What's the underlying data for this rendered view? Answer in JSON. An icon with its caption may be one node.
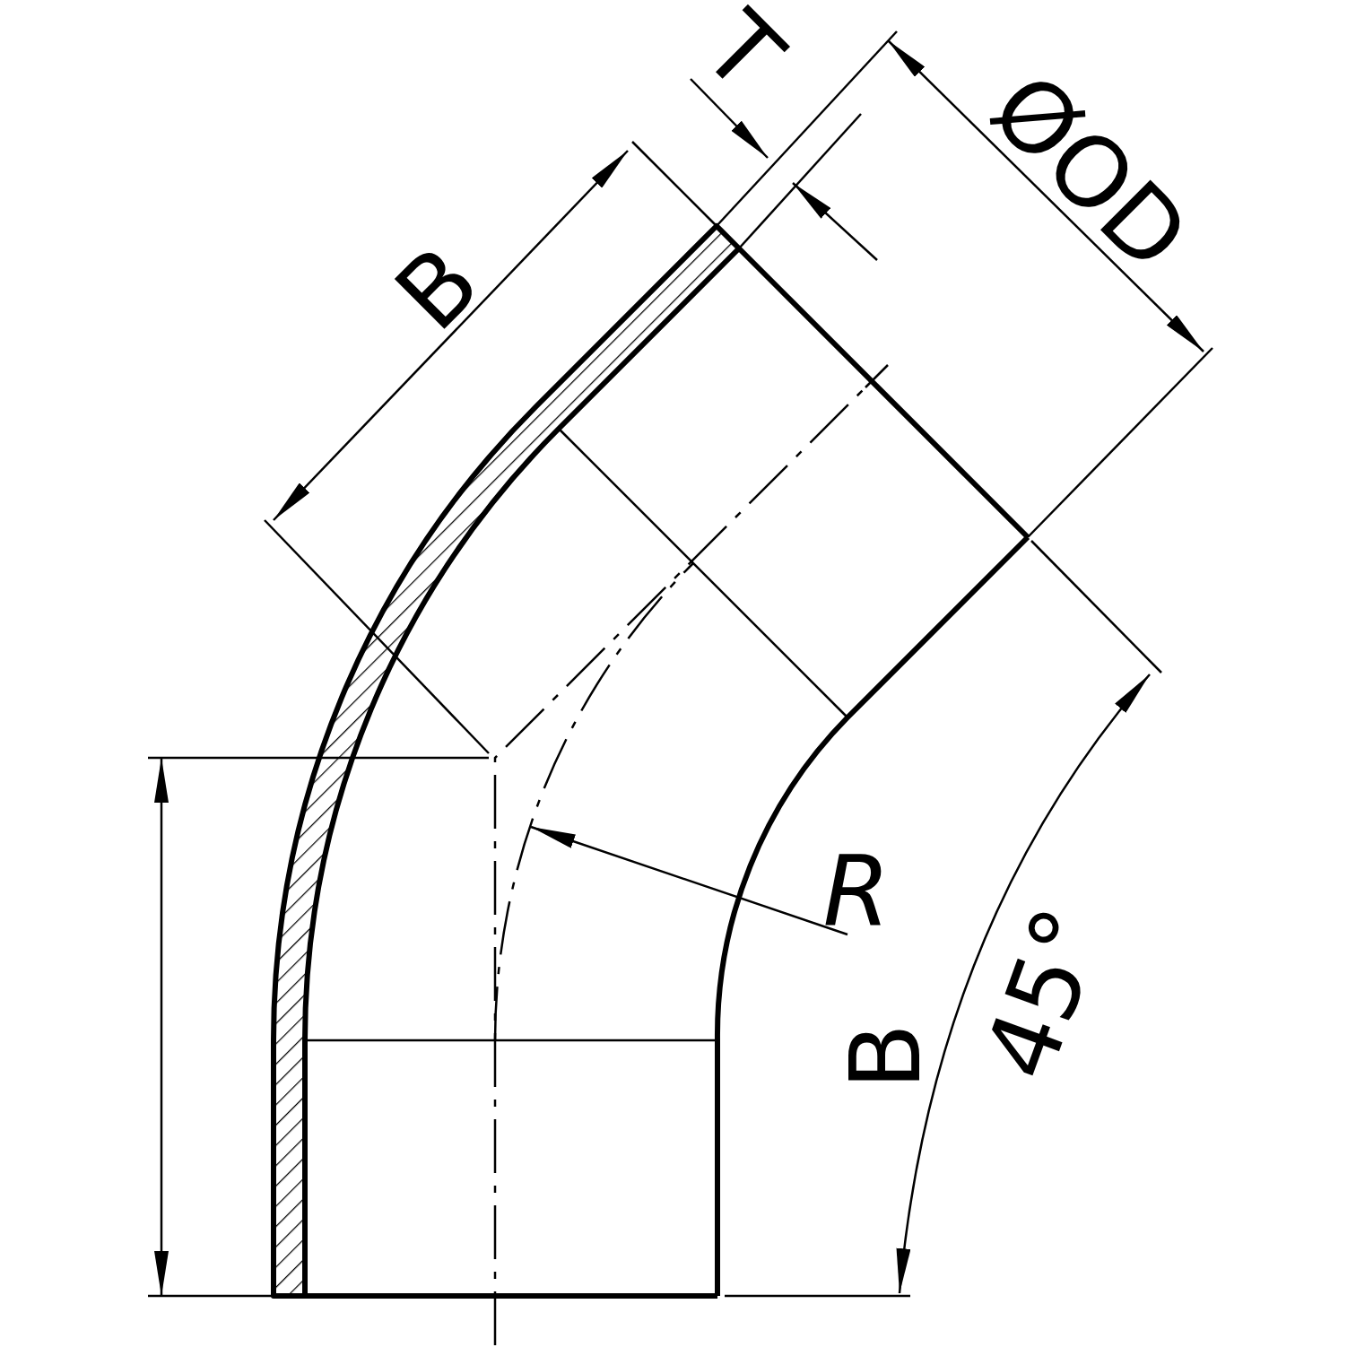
{
  "diagram": {
    "labels": [
      "T",
      "ØOD",
      "B",
      "R",
      "B",
      "45°"
    ]
  }
}
